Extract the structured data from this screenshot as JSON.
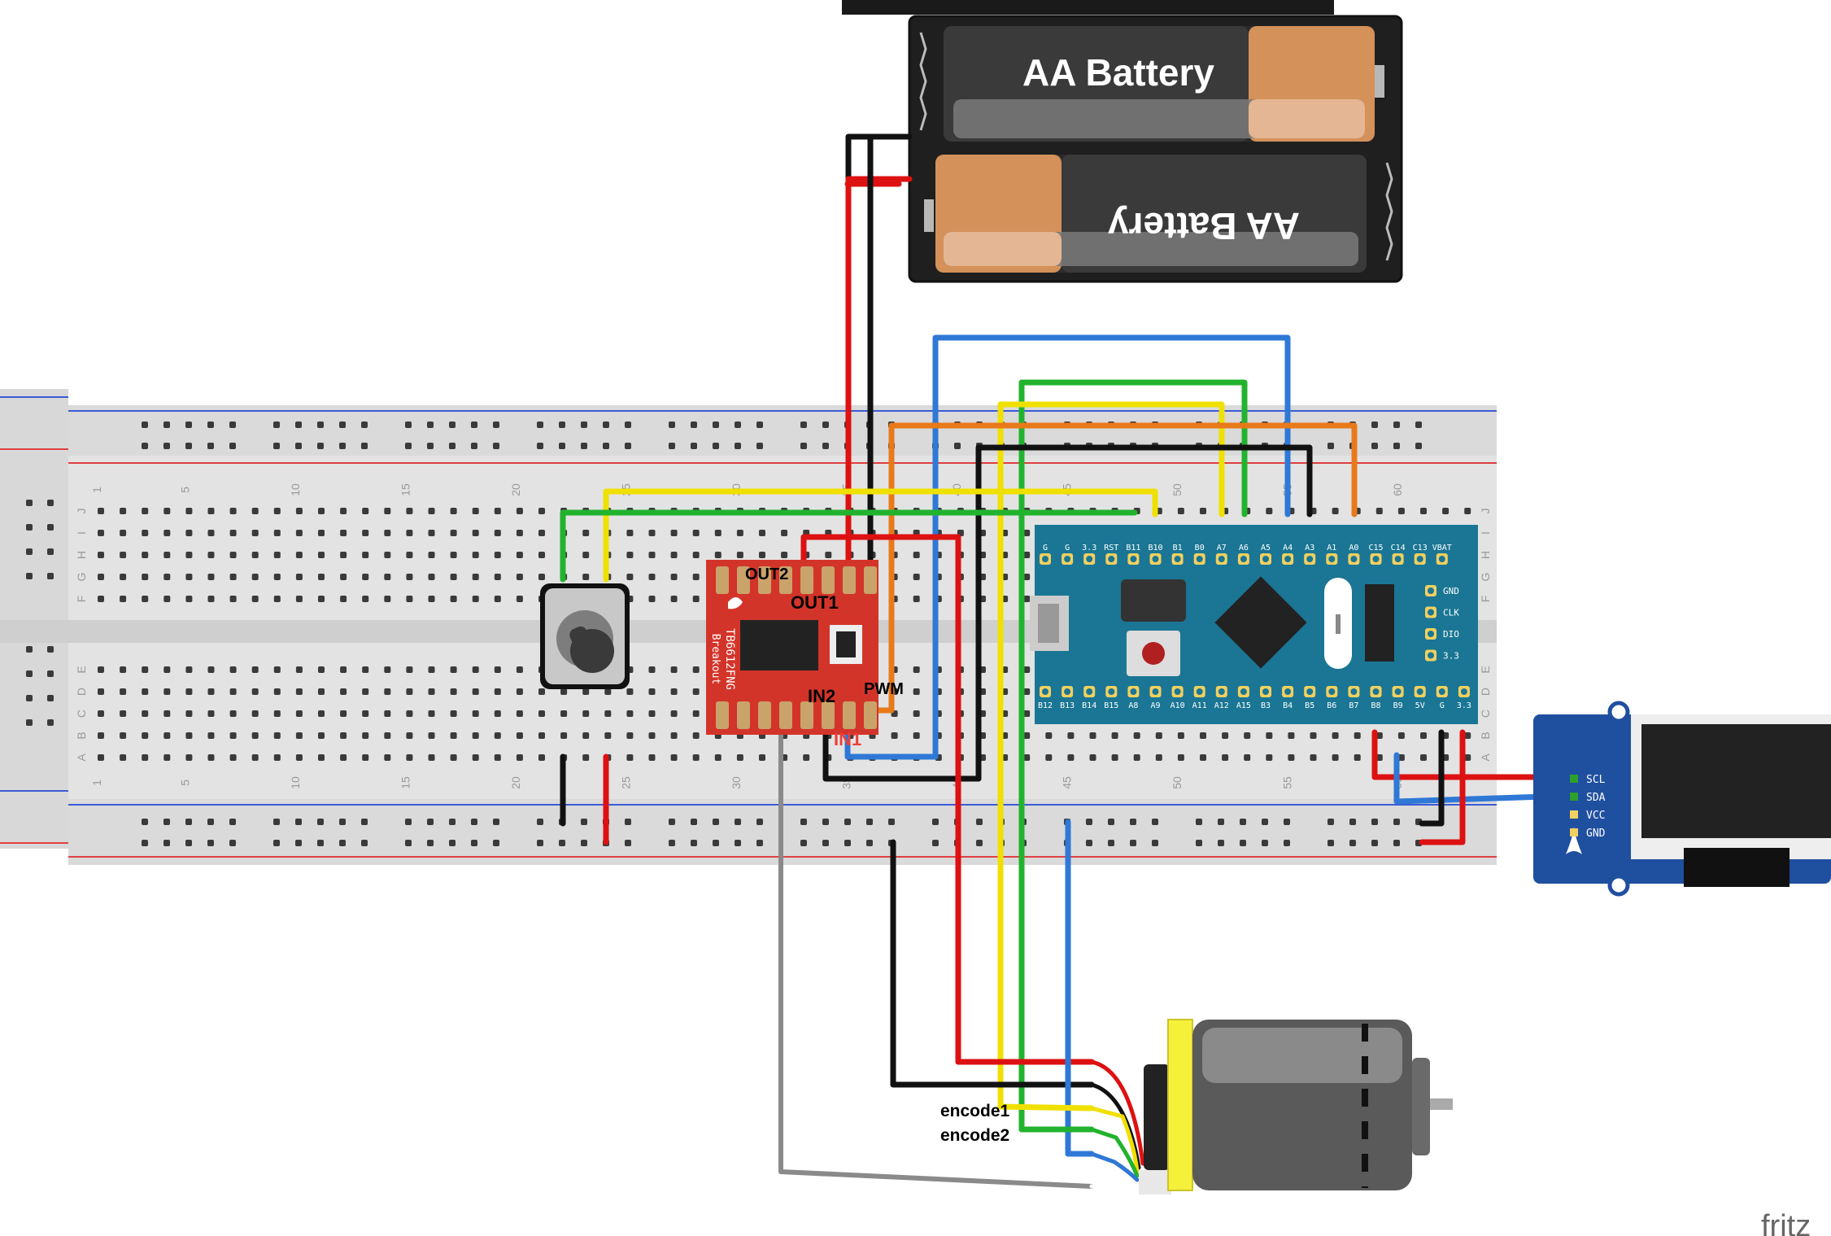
{
  "battery": {
    "label_top": "AA Battery",
    "label_bottom": "AA Battery"
  },
  "driver": {
    "brand": "TB6612FNG",
    "sub": "Breakout",
    "out2": "OUT2",
    "out1": "OUT1",
    "in2": "IN2",
    "in1": "IN1",
    "pwm": "PWM"
  },
  "mcu": {
    "top_pins": [
      "G",
      "G",
      "3.3",
      "RST",
      "B11",
      "B10",
      "B1",
      "B0",
      "A7",
      "A6",
      "A5",
      "A4",
      "A3",
      "A1",
      "A0",
      "C15",
      "C14",
      "C13",
      "VBAT"
    ],
    "bottom_pins": [
      "B12",
      "B13",
      "B14",
      "B15",
      "A8",
      "A9",
      "A10",
      "A11",
      "A12",
      "A15",
      "B3",
      "B4",
      "B5",
      "B6",
      "B7",
      "B8",
      "B9",
      "5V",
      "G",
      "3.3"
    ],
    "side_pins": [
      "GND",
      "CLK",
      "DIO",
      "3.3"
    ]
  },
  "oled": {
    "pins": [
      "SCL",
      "SDA",
      "VCC",
      "GND"
    ]
  },
  "motor": {
    "encode1": "encode1",
    "encode2": "encode2"
  },
  "breadboard": {
    "col_numbers": [
      "1",
      "5",
      "10",
      "15",
      "20",
      "25",
      "30",
      "35",
      "40",
      "45",
      "50",
      "55",
      "60"
    ],
    "row_letters_top": [
      "J",
      "I",
      "H",
      "G",
      "F"
    ],
    "row_letters_bottom": [
      "E",
      "D",
      "C",
      "B",
      "A"
    ]
  },
  "watermark": "fritz"
}
